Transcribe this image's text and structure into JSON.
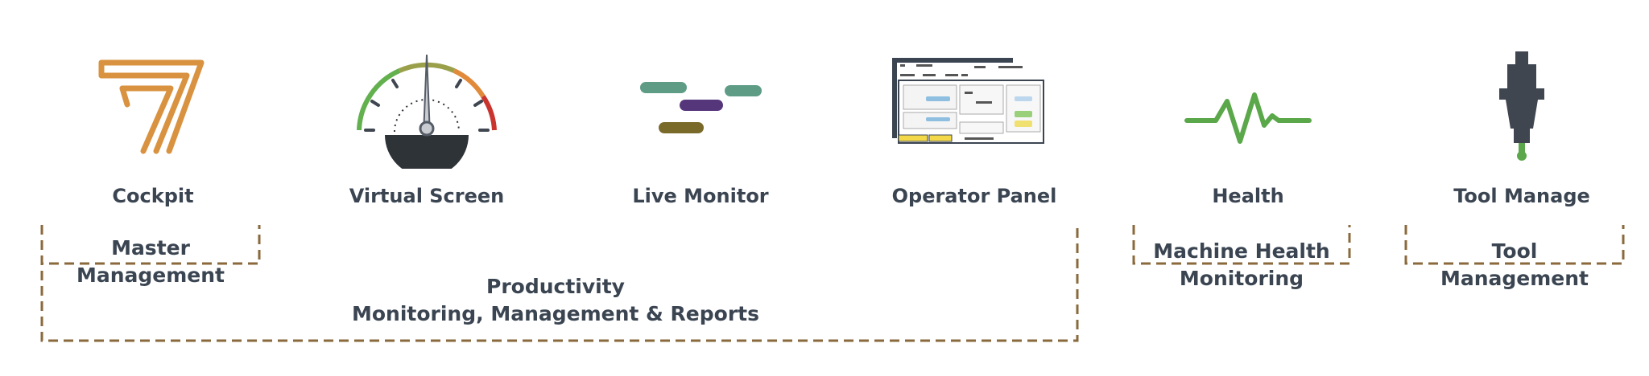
{
  "modules": [
    {
      "label": "Cockpit",
      "icon": "cockpit-7-logo-icon"
    },
    {
      "label": "Virtual Screen",
      "icon": "speedometer-gauge-icon"
    },
    {
      "label": "Live Monitor",
      "icon": "timeline-bars-icon"
    },
    {
      "label": "Operator Panel",
      "icon": "operator-panel-screenshot-icon"
    },
    {
      "label": "Health",
      "icon": "heartbeat-pulse-icon"
    },
    {
      "label": "Tool Manage",
      "icon": "cnc-tool-holder-icon"
    }
  ],
  "groups": {
    "master": {
      "line1": "Master",
      "line2": "Management"
    },
    "productivity": {
      "line1": "Productivity",
      "line2": "Monitoring, Management & Reports"
    },
    "machine_health": {
      "line1": "Machine Health",
      "line2": "Monitoring"
    },
    "tool": {
      "line1": "Tool",
      "line2": "Management"
    }
  },
  "colors": {
    "text": "#3b4552",
    "frame": "#8a6a3c",
    "cockpit": "#d9923f",
    "gauge_green": "#62b04e",
    "gauge_orange": "#e08a3a",
    "gauge_red": "#c9342e",
    "gauge_dark": "#2e3338",
    "teal": "#5e9c86",
    "purple": "#55367a",
    "olive": "#7a6a2a",
    "health": "#5aa84a",
    "tool": "#3f4650",
    "tool_green": "#5aa84a"
  }
}
